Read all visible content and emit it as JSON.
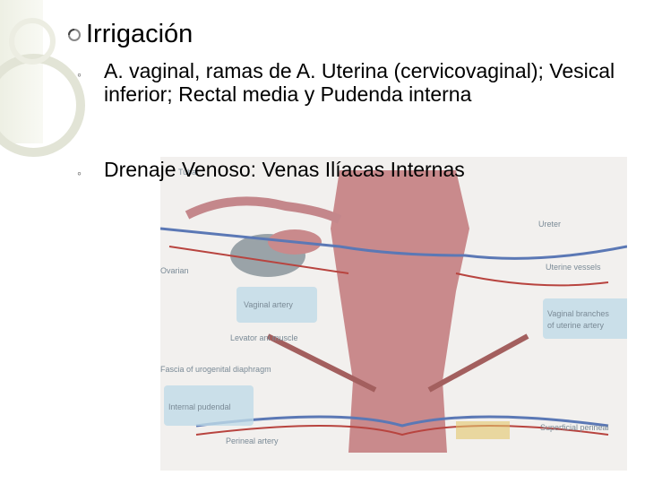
{
  "slide": {
    "title": "Irrigación",
    "bullets": [
      "A. vaginal, ramas de  A. Uterina (cervicovaginal); Vesical inferior; Rectal media y Pudenda interna",
      "Drenaje Venoso: Venas Ilíacas Internas"
    ]
  },
  "figure": {
    "labels": {
      "ureter": "Ureter",
      "uterine_vessels": "Uterine vessels",
      "vaginal_branches": "Vaginal branches of uterine artery",
      "vaginal_artery": "Vaginal artery",
      "levator_ani": "Levator ani muscle",
      "fascia": "Fascia of urogenital diaphragm",
      "internal_pudendal": "Internal pudendal",
      "perineal_artery": "Perineal artery",
      "superficial_perineal": "Superficial perineal",
      "ovarian": "Ovarian",
      "tubal": "Tubal"
    }
  }
}
